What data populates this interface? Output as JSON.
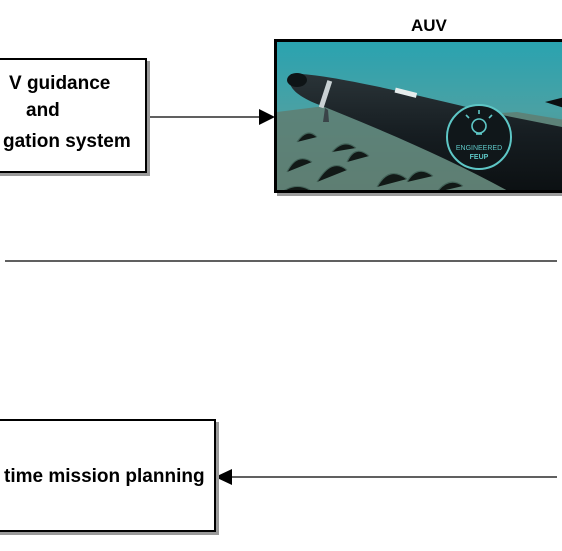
{
  "diagram": {
    "guidance_box": {
      "line1": "V guidance",
      "line2": "and",
      "line3": "gation system"
    },
    "auv": {
      "title": "AUV",
      "hull_logo_line1": "ENGINEERED",
      "hull_logo_line2": "FEUP"
    },
    "mission_box": {
      "label": "time mission planning"
    }
  },
  "colors": {
    "water_top": "#2aa3b0",
    "water_mid": "#4aa1a4",
    "seabed": "#5f7e72",
    "hull": "#161d21",
    "logo_teal": "#5ec7c6"
  }
}
